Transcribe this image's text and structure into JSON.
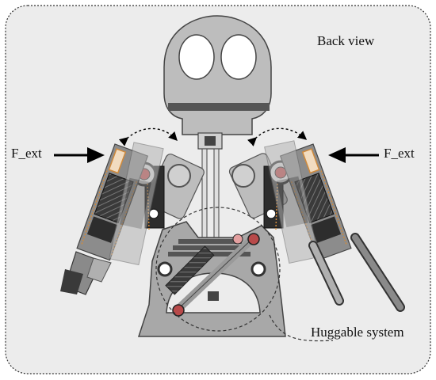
{
  "labels": {
    "view_title": "Back view",
    "force_left": "F_ext",
    "force_right": "F_ext",
    "callout": "Huggable system"
  },
  "colors": {
    "frame_bg": "#ececec",
    "frame_border": "#333333",
    "part_light": "#c8c8c8",
    "part_mid": "#9a9a9a",
    "part_dark": "#3a3a3a",
    "motor_black": "#2a2a2a",
    "spring_orange": "#d08a3c",
    "pivot_red": "#b84a4a",
    "arrow_black": "#000000"
  }
}
